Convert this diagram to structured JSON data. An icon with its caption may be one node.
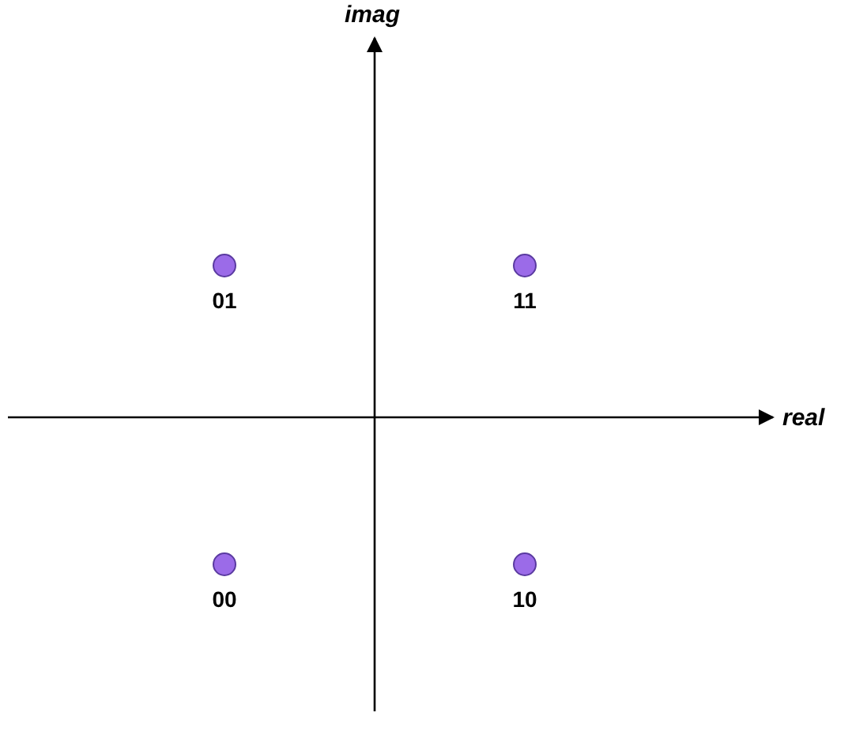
{
  "diagram": {
    "nodes": [
      {
        "text": [],
        "shape": "circle",
        "beside": [
          "01"
        ]
      },
      {
        "text": [],
        "shape": "circle",
        "beside": [
          "11"
        ]
      },
      {
        "text": [],
        "shape": "circle",
        "beside": [
          "00"
        ]
      },
      {
        "text": [],
        "shape": "circle",
        "beside": [
          "10"
        ]
      }
    ],
    "edges": [],
    "labels": [
      "imag",
      "real"
    ]
  }
}
